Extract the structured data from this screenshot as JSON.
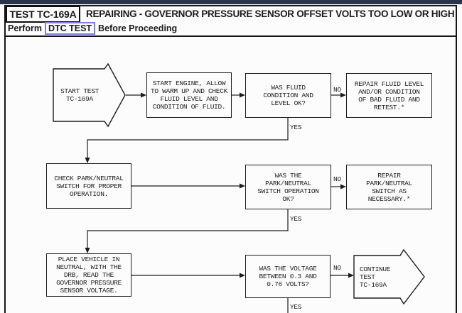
{
  "header": {
    "test_id": "TEST TC-169A",
    "title": "REPAIRING - GOVERNOR PRESSURE SENSOR OFFSET VOLTS TOO LOW OR HIGH",
    "perform_prefix": "Perform",
    "link_label": "DTC TEST",
    "perform_suffix": "Before Proceeding"
  },
  "colors": {
    "top-bar": "#2a334f",
    "link-border": "#7b7ee0",
    "ink": "#1b1b1b"
  },
  "flowchart": {
    "nodes": {
      "start": {
        "type": "terminal-arrow",
        "text": "START TEST\nTC-169A"
      },
      "start_engine": {
        "type": "process",
        "text": "START ENGINE, ALLOW\nTO WARM UP AND CHECK\nFLUID LEVEL AND\nCONDITION OF FLUID."
      },
      "fluid_ok": {
        "type": "decision",
        "text": "WAS FLUID\nCONDITION AND\nLEVEL OK?"
      },
      "repair_fluid": {
        "type": "action",
        "text": "REPAIR FLUID LEVEL\nAND/OR CONDITION\nOF BAD FLUID AND\nRETEST.*"
      },
      "check_switch": {
        "type": "process",
        "text": "CHECK PARK/NEUTRAL\nSWITCH FOR PROPER\nOPERATION."
      },
      "switch_ok": {
        "type": "decision",
        "text": "WAS THE\nPARK/NEUTRAL\nSWITCH OPERATION\nOK?"
      },
      "repair_switch": {
        "type": "action",
        "text": "REPAIR\nPARK/NEUTRAL\nSWITCH AS\nNECESSARY.*"
      },
      "read_sensor": {
        "type": "process",
        "text": "PLACE VEHICLE IN\nNEUTRAL, WITH THE\nDRB, READ THE\nGOVERNOR PRESSURE\nSENSOR VOLTAGE."
      },
      "voltage_ok": {
        "type": "decision",
        "text": "WAS THE VOLTAGE\nBETWEEN 0.3 AND\n0.76 VOLTS?"
      },
      "continue": {
        "type": "terminal-arrow",
        "text": "CONTINUE TEST\nTC-169A"
      }
    },
    "edge_labels": {
      "fluid_no": "NO",
      "fluid_yes": "YES",
      "switch_no": "NO",
      "switch_yes": "YES",
      "voltage_no": "NO",
      "voltage_yes": "YES"
    }
  }
}
